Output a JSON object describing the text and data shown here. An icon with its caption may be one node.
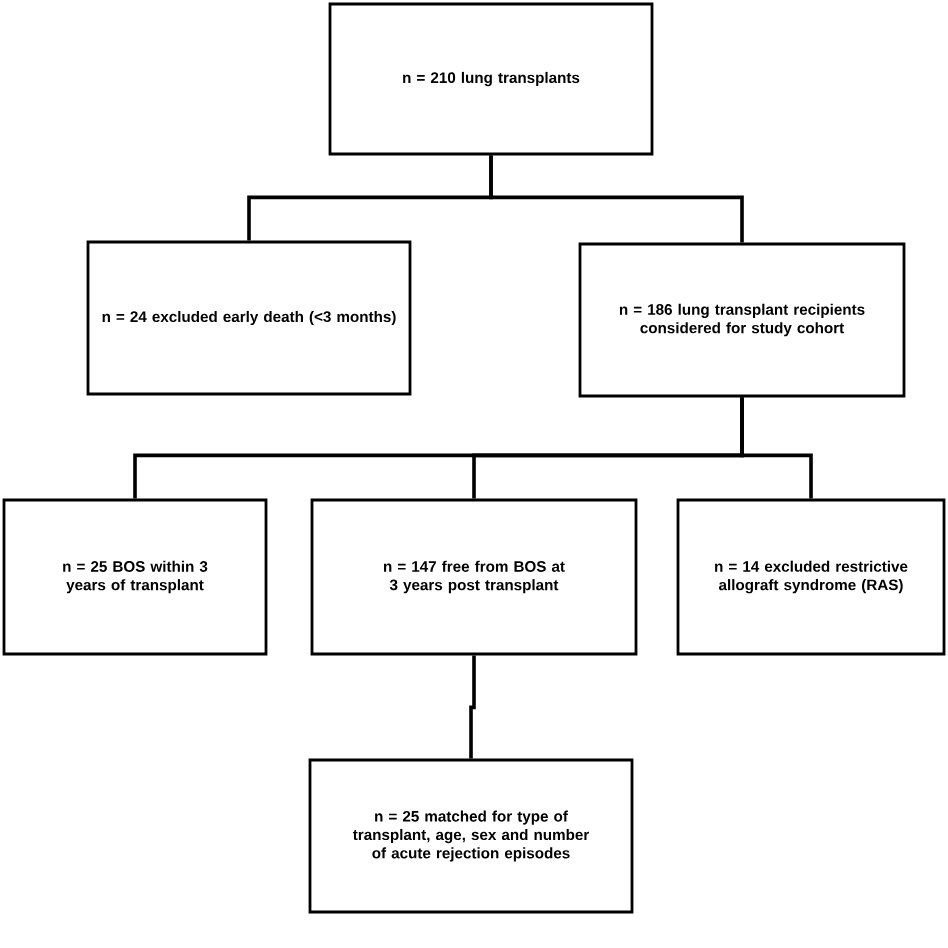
{
  "diagram": {
    "nodes": [
      {
        "text": [
          "n = 210 lung transplants"
        ]
      },
      {
        "text": [
          "n = 24 excluded early death (<3 months)"
        ]
      },
      {
        "text": [
          "n = 186 lung transplant recipients considered for study cohort"
        ]
      },
      {
        "text": [
          "n = 25 BOS within 3 years of transplant"
        ]
      },
      {
        "text": [
          "n = 147 free from BOS at 3 years post transplant"
        ]
      },
      {
        "text": [
          "n = 14 excluded restrictive allograft syndrome (RAS)"
        ]
      },
      {
        "text": [
          "n = 25 matched for type of transplant, age, sex and number of acute rejection episodes"
        ]
      }
    ],
    "edges": [
      {
        "from": 0,
        "to": 1,
        "arrow": "none"
      },
      {
        "from": 0,
        "to": 2,
        "arrow": "none"
      },
      {
        "from": 2,
        "to": 3,
        "arrow": "none"
      },
      {
        "from": 2,
        "to": 4,
        "arrow": "none"
      },
      {
        "from": 2,
        "to": 5,
        "arrow": "none"
      },
      {
        "from": 4,
        "to": 6,
        "arrow": "none"
      }
    ]
  }
}
